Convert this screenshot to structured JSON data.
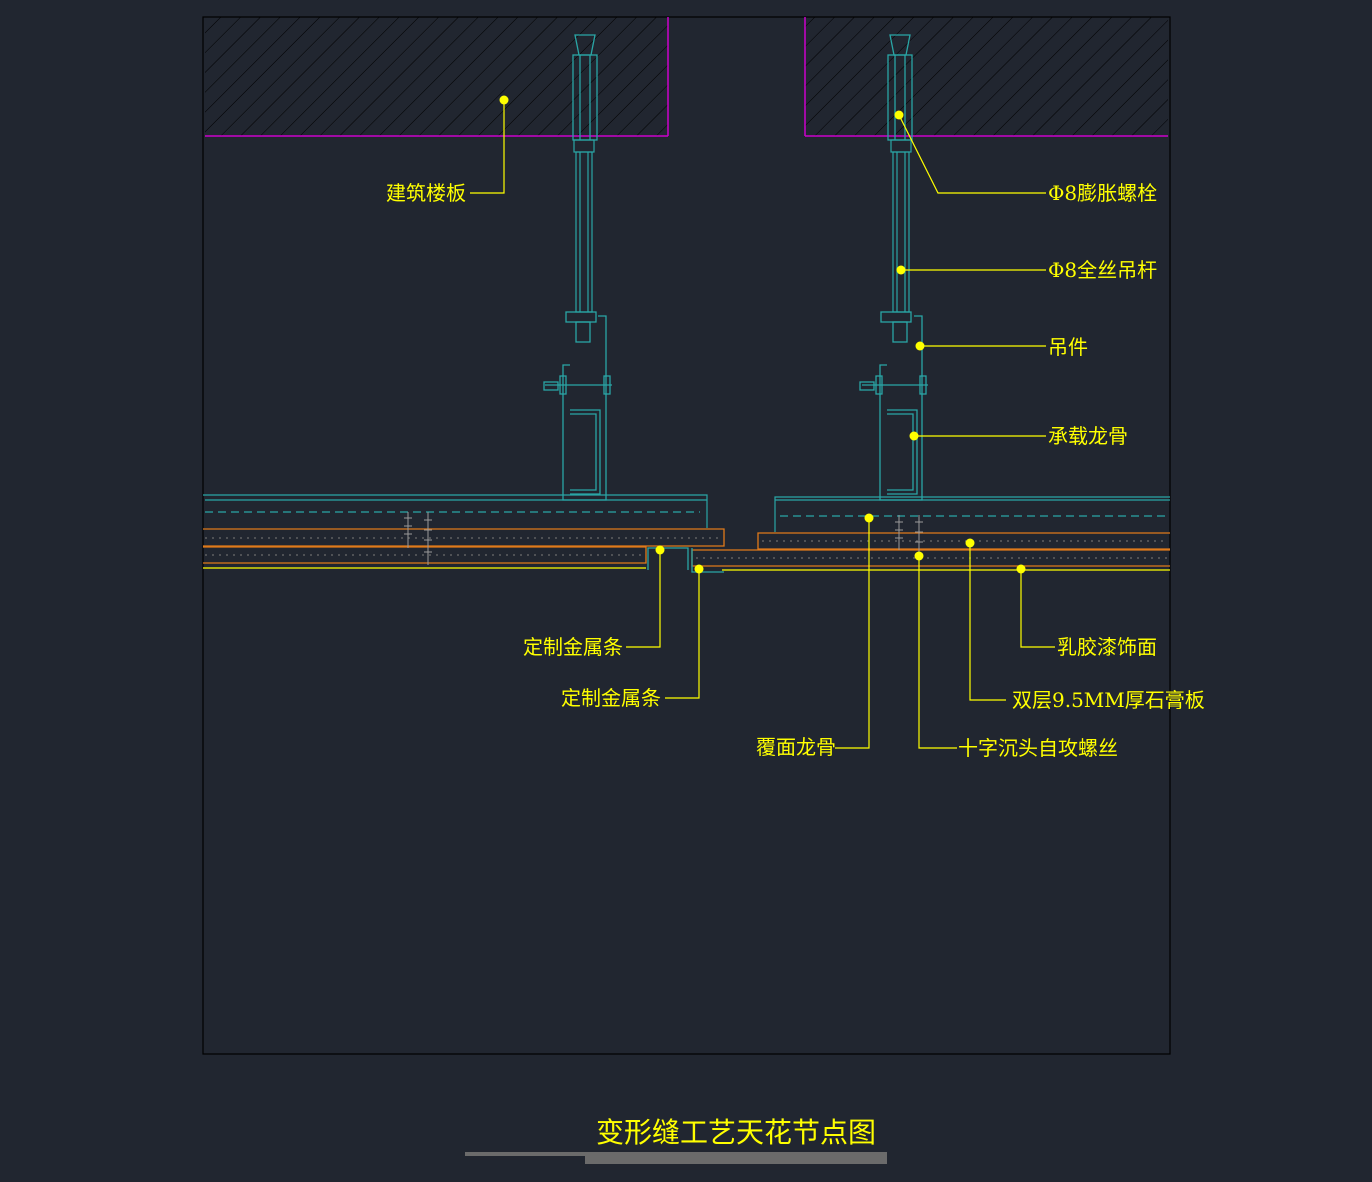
{
  "title": "变形缝工艺天花节点图",
  "colors": {
    "background": "#212630",
    "frame": "#000000",
    "slab_edge": "#cc00cc",
    "structure": "#2aa6a6",
    "board": "#e07a1a",
    "leader": "#ffff00",
    "text": "#ffff00",
    "underline": "#6b6b6b"
  },
  "labels": {
    "slab": "建筑楼板",
    "anchor_bolt": "Φ8膨胀螺栓",
    "rod": "Φ8全丝吊杆",
    "hanger": "吊件",
    "main_keel": "承载龙骨",
    "metal_strip_1": "定制金属条",
    "metal_strip_2": "定制金属条",
    "cover_keel": "覆面龙骨",
    "screw": "十字沉头自攻螺丝",
    "gypsum": "双层9.5MM厚石膏板",
    "latex_paint": "乳胶漆饰面"
  }
}
